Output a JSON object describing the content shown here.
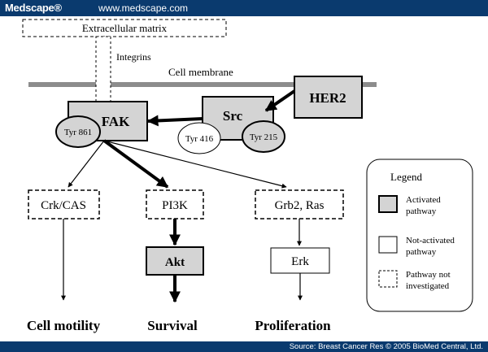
{
  "header": {
    "brand": "Medscape®",
    "url": "www.medscape.com"
  },
  "footer": {
    "source": "Source: Breast Cancer Res © 2005 BioMed Central, Ltd."
  },
  "diagram": {
    "extracellular_matrix": "Extracellular matrix",
    "integrins": "Integrins",
    "cell_membrane": "Cell membrane",
    "her2": "HER2",
    "src": "Src",
    "fak": "FAK",
    "tyr_861": "Tyr 861",
    "tyr_416": "Tyr 416",
    "tyr_215": "Tyr 215",
    "crk_cas": "Crk/CAS",
    "pi3k": "PI3K",
    "grb2_ras": "Grb2, Ras",
    "akt": "Akt",
    "erk": "Erk",
    "cell_motility": "Cell motility",
    "survival": "Survival",
    "proliferation": "Proliferation"
  },
  "legend": {
    "title": "Legend",
    "activated": [
      "Activated",
      "pathway"
    ],
    "not_activated": [
      "Not-activated",
      "pathway"
    ],
    "not_investigated": [
      "Pathway not",
      "investigated"
    ]
  },
  "colors": {
    "header_bg": "#0a3a6e",
    "activated_fill": "#d4d4d4",
    "membrane": "#8c8c8c"
  }
}
